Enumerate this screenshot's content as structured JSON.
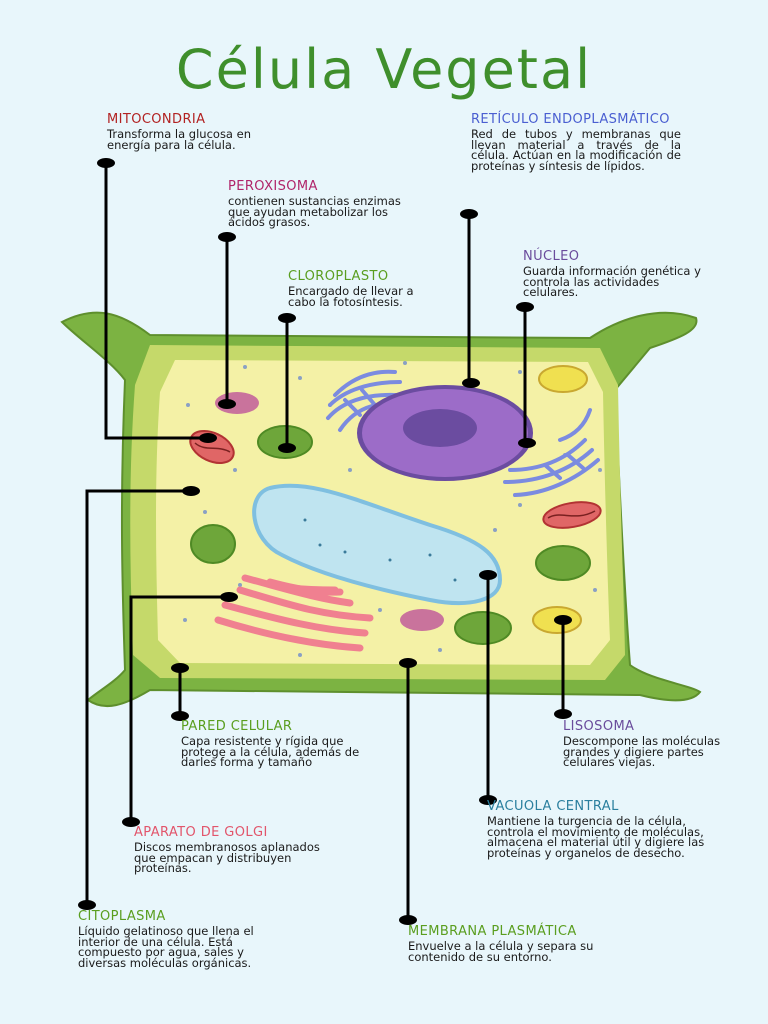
{
  "title": "Célula Vegetal",
  "colors": {
    "title": "#3f8f2c",
    "background": "#e8f6fb",
    "cell_wall": "#7cb342",
    "cytoplasm": "#f4f1a6",
    "nucleus": "#9c6cc8",
    "vacuole": "#bfe4f0",
    "leader_line": "#000000"
  },
  "labels": {
    "mitocondria": {
      "title": "MITOCONDRIA",
      "color": "#b22222",
      "description": "Transforma la glucosa en energía para la célula."
    },
    "peroxisoma": {
      "title": "PEROXISOMA",
      "color": "#b0246a",
      "description": "contienen sustancias enzimas que ayudan metabolizar los ácidos grasos."
    },
    "cloroplasto": {
      "title": "CLOROPLASTO",
      "color": "#5a9e1f",
      "description": "Encargado de llevar a cabo la fotosíntesis."
    },
    "reticulo": {
      "title": "RETÍCULO ENDOPLASMÁTICO",
      "color": "#4a5fd1",
      "description": "Red de tubos y membranas que llevan material a través de la célula. Actúan en la modificación de proteínas y síntesis de lípidos."
    },
    "nucleo": {
      "title": "NÚCLEO",
      "color": "#6a4c9c",
      "description": "Guarda información genética y controla las actividades celulares."
    },
    "pared": {
      "title": "PARED CELULAR",
      "color": "#5a9e1f",
      "description": "Capa resistente y rígida que protege a la célula, además de darles forma y tamaño"
    },
    "lisosoma": {
      "title": "LISOSOMA",
      "color": "#6a4c9c",
      "description": "Descompone las moléculas grandes y digiere partes celulares viejas."
    },
    "vacuola": {
      "title": "VACUOLA CENTRAL",
      "color": "#2a7f9e",
      "description": "Mantiene la turgencia de la célula, controla el movimiento de moléculas, almacena el material útil y digiere las proteínas y organelos de desecho."
    },
    "golgi": {
      "title": "APARATO DE GOLGI",
      "color": "#e2556b",
      "description": "Discos membranosos aplanados que empacan y distribuyen proteínas."
    },
    "citoplasma": {
      "title": "CITOPLASMA",
      "color": "#5a9e1f",
      "description": "Líquido gelatinoso que llena el interior de una célula. Está compuesto por agua, sales y diversas moléculas orgánicas."
    },
    "membrana": {
      "title": "MEMBRANA PLASMÁTICA",
      "color": "#5a9e1f",
      "description": "Envuelve a la célula y separa su contenido de su entorno."
    }
  }
}
